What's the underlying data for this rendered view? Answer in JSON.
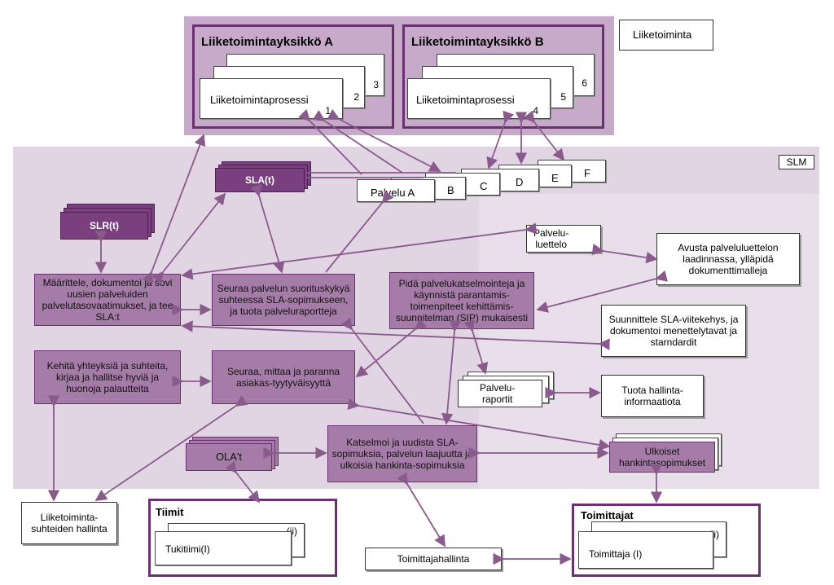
{
  "top": {
    "legend": "Liiketoiminta",
    "unit_a": {
      "title": "Liiketoimintayksikkö A",
      "process": "Liiketoimintaprosessi",
      "n1": "1",
      "n2": "2",
      "n3": "3"
    },
    "unit_b": {
      "title": "Liiketoimintayksikkö B",
      "process": "Liiketoimintaprosessi",
      "n4": "4",
      "n5": "5",
      "n6": "6"
    }
  },
  "slm": {
    "label": "SLM",
    "sla": "SLA(t)",
    "slr": "SLR(t)",
    "services": [
      "Palvelu A",
      "B",
      "C",
      "D",
      "E",
      "F"
    ],
    "catalog": "Palvelu-\nluettelo",
    "assist": "Avusta palveluluettelon laadinnassa, ylläpidä dokumenttimalleja",
    "define": "Määrittele, dokumentoi ja sovi uusien palveluiden palvelutasovaatimukset, ja tee SLA:t",
    "monitor": "Seuraa palvelun suorituskykyä suhteessa SLA-sopimukseen, ja tuota palveluraportteja",
    "review": "Pidä palvelukatselmointeja ja käynnistä parantamis-toimenpiteet kehittämis-suunnitelman (SIP) mukaisesti",
    "framework": "Suunnittele SLA-viitekehys, ja dokumentoi menettelytavat ja starndardit",
    "relations": "Kehitä yhteyksiä ja suhteita, kirjaa ja hallitse hyviä ja huonoja palautteita",
    "satisfaction": "Seuraa, mittaa ja paranna asiakas-tyytyväisyyttä",
    "reports": "Palvelu-\nraportit",
    "mgmt_info": "Tuota hallinta-informaatiota",
    "ola": "OLA't",
    "renew": "Katselmoi ja uudista SLA-sopimuksia, palvelun laajuutta ja ulkoisia hankinta-sopimuksia",
    "external": "Ulkoiset hankintasopimukset"
  },
  "bottom": {
    "biz_relations": "Liiketoiminta-suhteiden hallinta",
    "teams_title": "Tiimit",
    "team": "Tukitiimi(I)",
    "team_ii": "(ii)",
    "supplier_mgmt": "Toimittajahallinta",
    "suppliers_title": "Toimittajat",
    "supplier": "Toimittaja (I)",
    "supplier_ii": "(ii)"
  }
}
